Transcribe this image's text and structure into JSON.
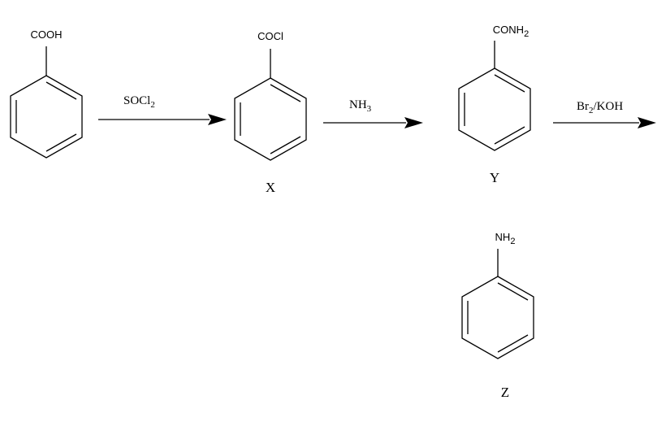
{
  "molecules": {
    "benzoic_acid": {
      "group": "COOH"
    },
    "x": {
      "group": "COCl",
      "label": "X"
    },
    "y": {
      "group": "CONH",
      "group_sub": "2",
      "label": "Y"
    },
    "z": {
      "group": "NH",
      "group_sub": "2",
      "label": "Z"
    }
  },
  "reagents": {
    "step1": {
      "main": "SOCl",
      "sub": "2"
    },
    "step2": {
      "main": "NH",
      "sub": "3"
    },
    "step3": {
      "pre": "Br",
      "sub": "2",
      "post": "/KOH"
    }
  },
  "colors": {
    "ink": "#000000",
    "background": "#ffffff"
  }
}
